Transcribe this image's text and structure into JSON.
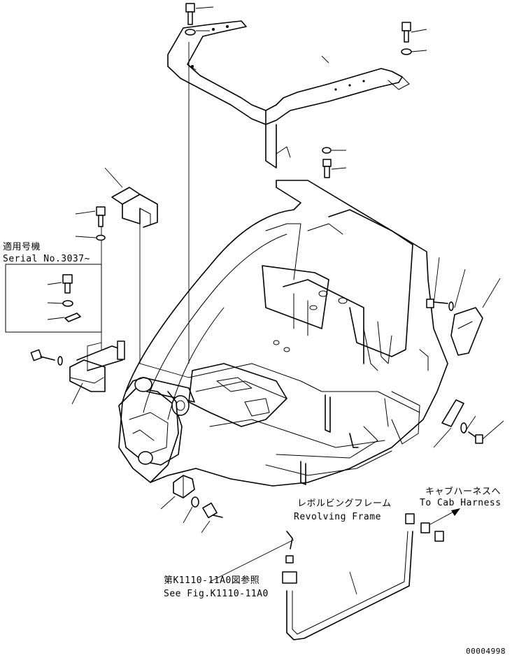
{
  "serial_note": {
    "applicable_models_jp": "適用号機",
    "serial_range": "Serial No.3037~"
  },
  "labels": {
    "revolving_frame_jp": "レボルビングフレーム",
    "revolving_frame_en": "Revolving Frame",
    "cab_harness_jp": "キャブハーネスへ",
    "cab_harness_en": "To Cab Harness",
    "see_fig_jp": "第K1110-11A0図参照",
    "see_fig_en": "See Fig.K1110-11A0"
  },
  "drawing_number": "00004998"
}
